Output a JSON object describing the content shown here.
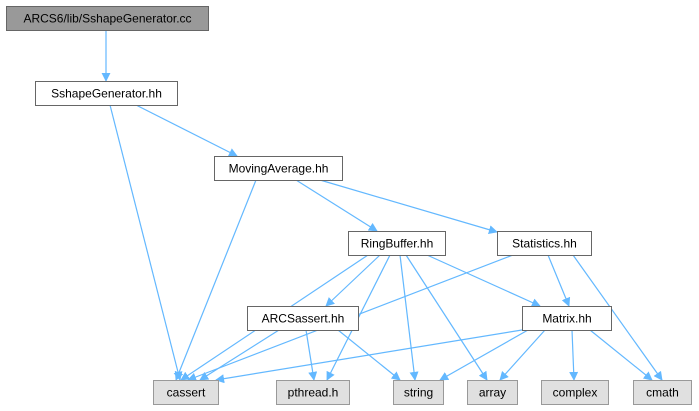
{
  "diagram": {
    "nodes": [
      {
        "id": "sshape_cc",
        "label": "ARCS6/lib/SshapeGenerator.cc",
        "style": "root"
      },
      {
        "id": "sshape_hh",
        "label": "SshapeGenerator.hh",
        "style": "normal"
      },
      {
        "id": "moving",
        "label": "MovingAverage.hh",
        "style": "normal"
      },
      {
        "id": "ring",
        "label": "RingBuffer.hh",
        "style": "normal"
      },
      {
        "id": "stats",
        "label": "Statistics.hh",
        "style": "normal"
      },
      {
        "id": "arcsassert",
        "label": "ARCSassert.hh",
        "style": "normal"
      },
      {
        "id": "matrix",
        "label": "Matrix.hh",
        "style": "normal"
      },
      {
        "id": "cassert",
        "label": "cassert",
        "style": "system"
      },
      {
        "id": "pthread",
        "label": "pthread.h",
        "style": "system"
      },
      {
        "id": "string",
        "label": "string",
        "style": "system"
      },
      {
        "id": "array",
        "label": "array",
        "style": "system"
      },
      {
        "id": "complex",
        "label": "complex",
        "style": "system"
      },
      {
        "id": "cmath",
        "label": "cmath",
        "style": "system"
      }
    ],
    "edges": [
      [
        "sshape_cc",
        "sshape_hh"
      ],
      [
        "sshape_hh",
        "moving"
      ],
      [
        "sshape_hh",
        "cassert"
      ],
      [
        "moving",
        "ring"
      ],
      [
        "moving",
        "stats"
      ],
      [
        "moving",
        "cassert"
      ],
      [
        "ring",
        "arcsassert"
      ],
      [
        "ring",
        "matrix"
      ],
      [
        "ring",
        "cassert"
      ],
      [
        "ring",
        "pthread"
      ],
      [
        "ring",
        "string"
      ],
      [
        "ring",
        "array"
      ],
      [
        "stats",
        "matrix"
      ],
      [
        "stats",
        "cassert"
      ],
      [
        "stats",
        "cmath"
      ],
      [
        "arcsassert",
        "cassert"
      ],
      [
        "arcsassert",
        "pthread"
      ],
      [
        "arcsassert",
        "string"
      ],
      [
        "matrix",
        "cassert"
      ],
      [
        "matrix",
        "string"
      ],
      [
        "matrix",
        "array"
      ],
      [
        "matrix",
        "complex"
      ],
      [
        "matrix",
        "cmath"
      ]
    ],
    "colors": {
      "edge": "#63b8ff",
      "root_fill": "#999999",
      "root_border": "#666666",
      "normal_fill": "#ffffff",
      "normal_border": "#666666",
      "system_fill": "#e0e0e0",
      "system_border": "#999999"
    }
  }
}
